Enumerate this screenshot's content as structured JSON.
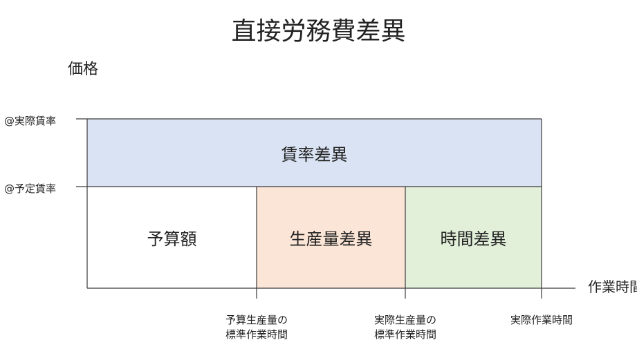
{
  "title": "直接労務費差異",
  "axis": {
    "y_label": "価格",
    "x_label": "作業時間"
  },
  "rates": {
    "actual": "@実際賃率",
    "standard": "@予定賃率"
  },
  "regions": {
    "rate_variance": {
      "label": "賃率差異",
      "color": "#dae3f3"
    },
    "budget": {
      "label": "予算額",
      "color": "#ffffff"
    },
    "volume_variance": {
      "label": "生産量差異",
      "color": "#fbe5d6"
    },
    "time_variance": {
      "label": "時間差異",
      "color": "#e2f0d9"
    }
  },
  "x_ticks": {
    "budget_std_hours": {
      "line1": "予算生産量の",
      "line2": "標準作業時間"
    },
    "actual_std_hours": {
      "line1": "実際生産量の",
      "line2": "標準作業時間"
    },
    "actual_hours": {
      "line1": "実際作業時間"
    }
  },
  "colors": {
    "line": "#3a3a3a"
  }
}
